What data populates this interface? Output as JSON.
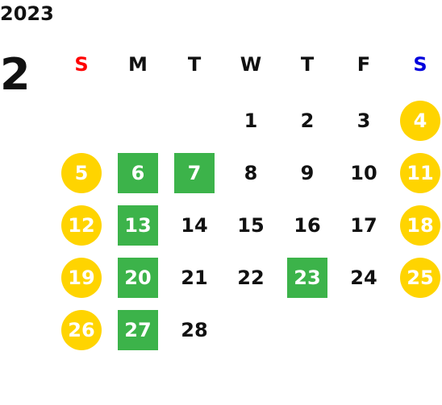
{
  "year": "2023",
  "month": "2",
  "weekday_headers": [
    "S",
    "M",
    "T",
    "W",
    "T",
    "F",
    "S"
  ],
  "colors": {
    "sunday": "#ff0000",
    "saturday": "#0000dd",
    "holiday_circle": "#FFD400",
    "marked_box": "#3CB34A"
  },
  "weeks": [
    [
      null,
      null,
      null,
      {
        "d": "1"
      },
      {
        "d": "2"
      },
      {
        "d": "3"
      },
      {
        "d": "4",
        "style": "holiday"
      }
    ],
    [
      {
        "d": "5",
        "style": "holiday"
      },
      {
        "d": "6",
        "style": "marked"
      },
      {
        "d": "7",
        "style": "marked"
      },
      {
        "d": "8"
      },
      {
        "d": "9"
      },
      {
        "d": "10"
      },
      {
        "d": "11",
        "style": "holiday"
      }
    ],
    [
      {
        "d": "12",
        "style": "holiday"
      },
      {
        "d": "13",
        "style": "marked"
      },
      {
        "d": "14"
      },
      {
        "d": "15"
      },
      {
        "d": "16"
      },
      {
        "d": "17"
      },
      {
        "d": "18",
        "style": "holiday"
      }
    ],
    [
      {
        "d": "19",
        "style": "holiday"
      },
      {
        "d": "20",
        "style": "marked"
      },
      {
        "d": "21"
      },
      {
        "d": "22"
      },
      {
        "d": "23",
        "style": "marked"
      },
      {
        "d": "24"
      },
      {
        "d": "25",
        "style": "holiday"
      }
    ],
    [
      {
        "d": "26",
        "style": "holiday"
      },
      {
        "d": "27",
        "style": "marked"
      },
      {
        "d": "28"
      },
      null,
      null,
      null,
      null
    ]
  ]
}
